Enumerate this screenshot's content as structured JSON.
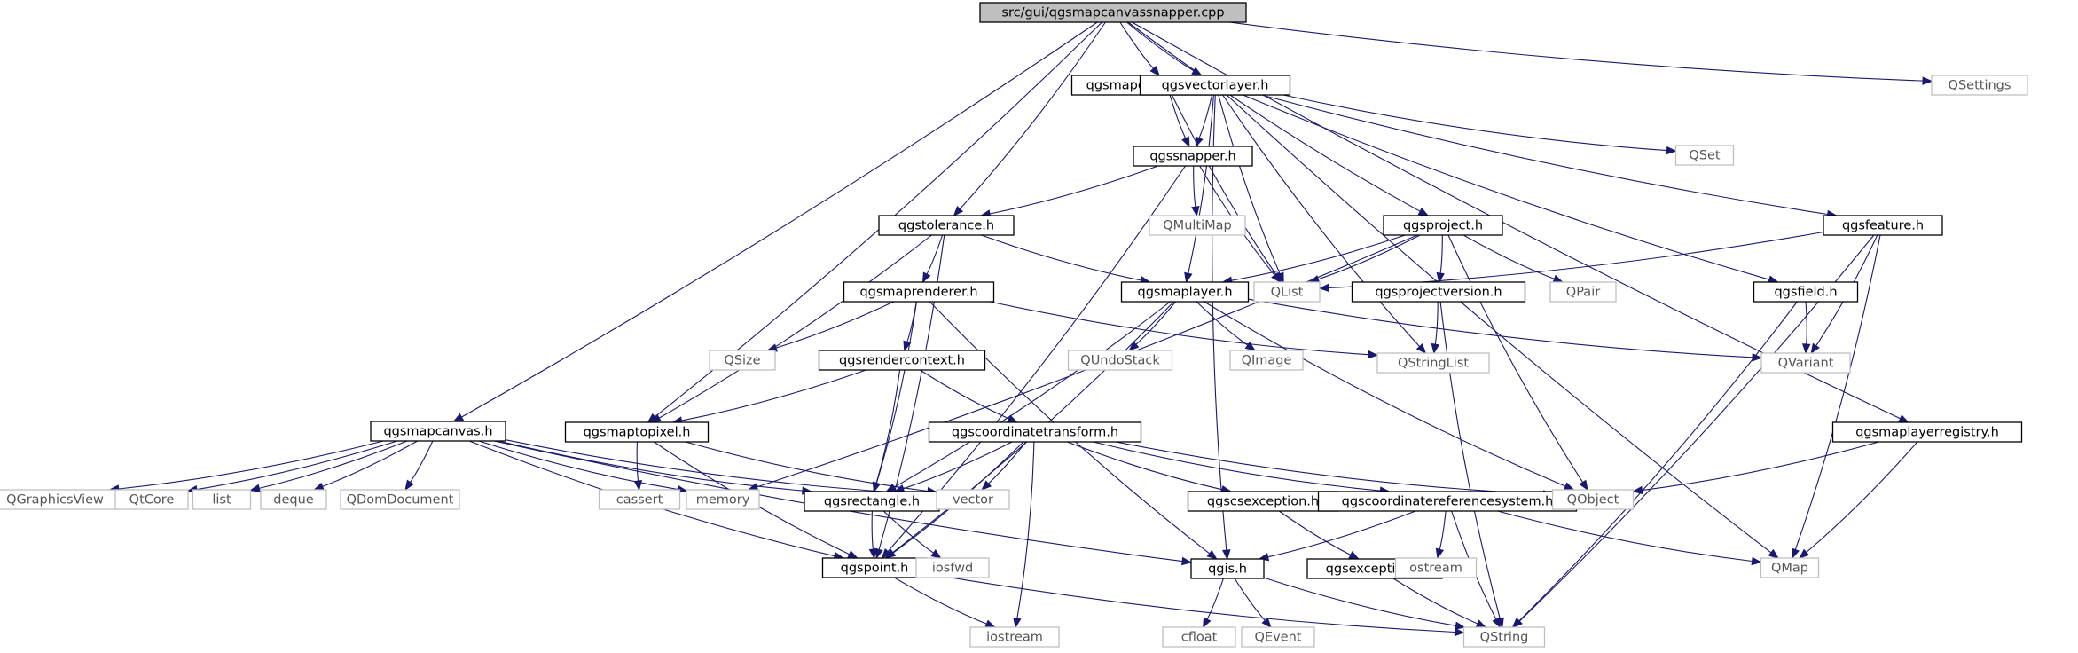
{
  "graph": {
    "root": "src/gui/qgsmapcanvassnapper.cpp",
    "colors": {
      "edge": "#191970",
      "root_fill": "#bfbfbf",
      "header_border": "#000000",
      "system_border": "#bfbfbf",
      "system_text": "#555555",
      "text": "#000000"
    },
    "nodes": [
      {
        "id": "root",
        "label": "src/gui/qgsmapcanvassnapper.cpp",
        "kind": "root"
      },
      {
        "id": "qgsmapcanvassnapper_h",
        "label": "qgsmapcanvassnapper.h",
        "kind": "header"
      },
      {
        "id": "qgsvectorlayer_h",
        "label": "qgsvectorlayer.h",
        "kind": "header"
      },
      {
        "id": "QSettings",
        "label": "QSettings",
        "kind": "system"
      },
      {
        "id": "qgssnapper_h",
        "label": "qgssnapper.h",
        "kind": "header"
      },
      {
        "id": "QSet",
        "label": "QSet",
        "kind": "system"
      },
      {
        "id": "qgsproject_h",
        "label": "qgsproject.h",
        "kind": "header"
      },
      {
        "id": "qgsfeature_h",
        "label": "qgsfeature.h",
        "kind": "header"
      },
      {
        "id": "qgstolerance_h",
        "label": "qgstolerance.h",
        "kind": "header"
      },
      {
        "id": "QMultiMap",
        "label": "QMultiMap",
        "kind": "system"
      },
      {
        "id": "QList",
        "label": "QList",
        "kind": "system"
      },
      {
        "id": "qgsmaprenderer_h",
        "label": "qgsmaprenderer.h",
        "kind": "header"
      },
      {
        "id": "qgsmaplayer_h",
        "label": "qgsmaplayer.h",
        "kind": "header"
      },
      {
        "id": "qgsprojectversion_h",
        "label": "qgsprojectversion.h",
        "kind": "header"
      },
      {
        "id": "QPair",
        "label": "QPair",
        "kind": "system"
      },
      {
        "id": "qgsfield_h",
        "label": "qgsfield.h",
        "kind": "header"
      },
      {
        "id": "QSize",
        "label": "QSize",
        "kind": "system"
      },
      {
        "id": "qgsrendercontext_h",
        "label": "qgsrendercontext.h",
        "kind": "header"
      },
      {
        "id": "QUndoStack",
        "label": "QUndoStack",
        "kind": "system"
      },
      {
        "id": "QImage",
        "label": "QImage",
        "kind": "system"
      },
      {
        "id": "QStringList",
        "label": "QStringList",
        "kind": "system"
      },
      {
        "id": "QVariant",
        "label": "QVariant",
        "kind": "system"
      },
      {
        "id": "qgsmapcanvas_h",
        "label": "qgsmapcanvas.h",
        "kind": "header"
      },
      {
        "id": "qgsmaptopixel_h",
        "label": "qgsmaptopixel.h",
        "kind": "header"
      },
      {
        "id": "qgscoordinatetransform_h",
        "label": "qgscoordinatetransform.h",
        "kind": "header"
      },
      {
        "id": "qgsmaplayerregistry_h",
        "label": "qgsmaplayerregistry.h",
        "kind": "header"
      },
      {
        "id": "QGraphicsView",
        "label": "QGraphicsView",
        "kind": "system"
      },
      {
        "id": "QtCore",
        "label": "QtCore",
        "kind": "system"
      },
      {
        "id": "list",
        "label": "list",
        "kind": "system"
      },
      {
        "id": "deque",
        "label": "deque",
        "kind": "system"
      },
      {
        "id": "QDomDocument",
        "label": "QDomDocument",
        "kind": "system"
      },
      {
        "id": "cassert",
        "label": "cassert",
        "kind": "system"
      },
      {
        "id": "memory",
        "label": "memory",
        "kind": "system"
      },
      {
        "id": "qgsrectangle_h",
        "label": "qgsrectangle.h",
        "kind": "header"
      },
      {
        "id": "vector",
        "label": "vector",
        "kind": "system"
      },
      {
        "id": "qgscsexception_h",
        "label": "qgscsexception.h",
        "kind": "header"
      },
      {
        "id": "qgscoordinatereferencesystem_h",
        "label": "qgscoordinatereferencesystem.h",
        "kind": "header"
      },
      {
        "id": "QObject",
        "label": "QObject",
        "kind": "system"
      },
      {
        "id": "qgspoint_h",
        "label": "qgspoint.h",
        "kind": "header"
      },
      {
        "id": "iosfwd",
        "label": "iosfwd",
        "kind": "system"
      },
      {
        "id": "qgis_h",
        "label": "qgis.h",
        "kind": "header"
      },
      {
        "id": "qgsexception_h",
        "label": "qgsexception.h",
        "kind": "header"
      },
      {
        "id": "ostream",
        "label": "ostream",
        "kind": "system"
      },
      {
        "id": "QMap",
        "label": "QMap",
        "kind": "system"
      },
      {
        "id": "iostream",
        "label": "iostream",
        "kind": "system"
      },
      {
        "id": "cfloat",
        "label": "cfloat",
        "kind": "system"
      },
      {
        "id": "QEvent",
        "label": "QEvent",
        "kind": "system"
      },
      {
        "id": "QString",
        "label": "QString",
        "kind": "system"
      }
    ],
    "edges": [
      [
        "root",
        "qgsmapcanvassnapper_h"
      ],
      [
        "root",
        "qgsvectorlayer_h"
      ],
      [
        "root",
        "QSettings"
      ],
      [
        "root",
        "qgsproject_h"
      ],
      [
        "root",
        "qgstolerance_h"
      ],
      [
        "root",
        "qgsmaptopixel_h"
      ],
      [
        "root",
        "qgsmapcanvas_h"
      ],
      [
        "root",
        "qgsmaplayerregistry_h"
      ],
      [
        "qgsmapcanvassnapper_h",
        "qgssnapper_h"
      ],
      [
        "qgsmapcanvassnapper_h",
        "QList"
      ],
      [
        "qgsvectorlayer_h",
        "qgssnapper_h"
      ],
      [
        "qgsvectorlayer_h",
        "QSet"
      ],
      [
        "qgsvectorlayer_h",
        "QList"
      ],
      [
        "qgsvectorlayer_h",
        "qgsmaplayer_h"
      ],
      [
        "qgsvectorlayer_h",
        "QStringList"
      ],
      [
        "qgsvectorlayer_h",
        "qgsfield_h"
      ],
      [
        "qgsvectorlayer_h",
        "qgsfeature_h"
      ],
      [
        "qgsvectorlayer_h",
        "QMap"
      ],
      [
        "qgsvectorlayer_h",
        "qgis_h"
      ],
      [
        "qgssnapper_h",
        "qgstolerance_h"
      ],
      [
        "qgssnapper_h",
        "QMultiMap"
      ],
      [
        "qgssnapper_h",
        "QList"
      ],
      [
        "qgssnapper_h",
        "qgspoint_h"
      ],
      [
        "qgstolerance_h",
        "qgsmaprenderer_h"
      ],
      [
        "qgstolerance_h",
        "qgsmaplayer_h"
      ],
      [
        "qgstolerance_h",
        "qgsmaptopixel_h"
      ],
      [
        "qgstolerance_h",
        "qgspoint_h"
      ],
      [
        "qgsproject_h",
        "QList"
      ],
      [
        "qgsproject_h",
        "qgsprojectversion_h"
      ],
      [
        "qgsproject_h",
        "QPair"
      ],
      [
        "qgsproject_h",
        "QObject"
      ],
      [
        "qgsproject_h",
        "memory"
      ],
      [
        "qgsproject_h",
        "qgsmaplayer_h"
      ],
      [
        "qgsfeature_h",
        "QList"
      ],
      [
        "qgsfeature_h",
        "QVariant"
      ],
      [
        "qgsfeature_h",
        "QMap"
      ],
      [
        "qgsfeature_h",
        "QString"
      ],
      [
        "qgsmaprenderer_h",
        "QSize"
      ],
      [
        "qgsmaprenderer_h",
        "qgsrendercontext_h"
      ],
      [
        "qgsmaprenderer_h",
        "QStringList"
      ],
      [
        "qgsmaprenderer_h",
        "qgsrectangle_h"
      ],
      [
        "qgsmaprenderer_h",
        "qgis_h"
      ],
      [
        "qgsmaplayer_h",
        "QUndoStack"
      ],
      [
        "qgsmaplayer_h",
        "QImage"
      ],
      [
        "qgsmaplayer_h",
        "QVariant"
      ],
      [
        "qgsmaplayer_h",
        "QObject"
      ],
      [
        "qgsmaplayer_h",
        "qgsrectangle_h"
      ],
      [
        "qgsmaplayer_h",
        "qgspoint_h"
      ],
      [
        "qgsprojectversion_h",
        "QStringList"
      ],
      [
        "qgsprojectversion_h",
        "QString"
      ],
      [
        "qgsfield_h",
        "QVariant"
      ],
      [
        "qgsfield_h",
        "QString"
      ],
      [
        "qgsrendercontext_h",
        "qgsmaptopixel_h"
      ],
      [
        "qgsrendercontext_h",
        "qgscoordinatetransform_h"
      ],
      [
        "qgsrendercontext_h",
        "qgsrectangle_h"
      ],
      [
        "qgsmapcanvas_h",
        "QGraphicsView"
      ],
      [
        "qgsmapcanvas_h",
        "QtCore"
      ],
      [
        "qgsmapcanvas_h",
        "list"
      ],
      [
        "qgsmapcanvas_h",
        "deque"
      ],
      [
        "qgsmapcanvas_h",
        "QDomDocument"
      ],
      [
        "qgsmapcanvas_h",
        "memory"
      ],
      [
        "qgsmapcanvas_h",
        "qgsrectangle_h"
      ],
      [
        "qgsmapcanvas_h",
        "qgspoint_h"
      ],
      [
        "qgsmapcanvas_h",
        "vector"
      ],
      [
        "qgsmapcanvas_h",
        "qgis_h"
      ],
      [
        "qgsmaptopixel_h",
        "cassert"
      ],
      [
        "qgsmaptopixel_h",
        "vector"
      ],
      [
        "qgsmaptopixel_h",
        "qgspoint_h"
      ],
      [
        "qgscoordinatetransform_h",
        "qgsrectangle_h"
      ],
      [
        "qgscoordinatetransform_h",
        "vector"
      ],
      [
        "qgscoordinatetransform_h",
        "qgspoint_h"
      ],
      [
        "qgscoordinatetransform_h",
        "iostream"
      ],
      [
        "qgscoordinatetransform_h",
        "qgscsexception_h"
      ],
      [
        "qgscoordinatetransform_h",
        "qgscoordinatereferencesystem_h"
      ],
      [
        "qgscoordinatetransform_h",
        "QObject"
      ],
      [
        "qgsmaplayerregistry_h",
        "QObject"
      ],
      [
        "qgsmaplayerregistry_h",
        "QMap"
      ],
      [
        "qgsrectangle_h",
        "qgspoint_h"
      ],
      [
        "qgsrectangle_h",
        "iosfwd"
      ],
      [
        "qgscsexception_h",
        "qgsexception_h"
      ],
      [
        "qgscoordinatereferencesystem_h",
        "qgis_h"
      ],
      [
        "qgscoordinatereferencesystem_h",
        "ostream"
      ],
      [
        "qgscoordinatereferencesystem_h",
        "QString"
      ],
      [
        "qgscoordinatereferencesystem_h",
        "QMap"
      ],
      [
        "qgspoint_h",
        "iostream"
      ],
      [
        "qgspoint_h",
        "QString"
      ],
      [
        "qgis_h",
        "cfloat"
      ],
      [
        "qgis_h",
        "QEvent"
      ],
      [
        "qgis_h",
        "QString"
      ],
      [
        "qgsexception_h",
        "QString"
      ]
    ]
  }
}
